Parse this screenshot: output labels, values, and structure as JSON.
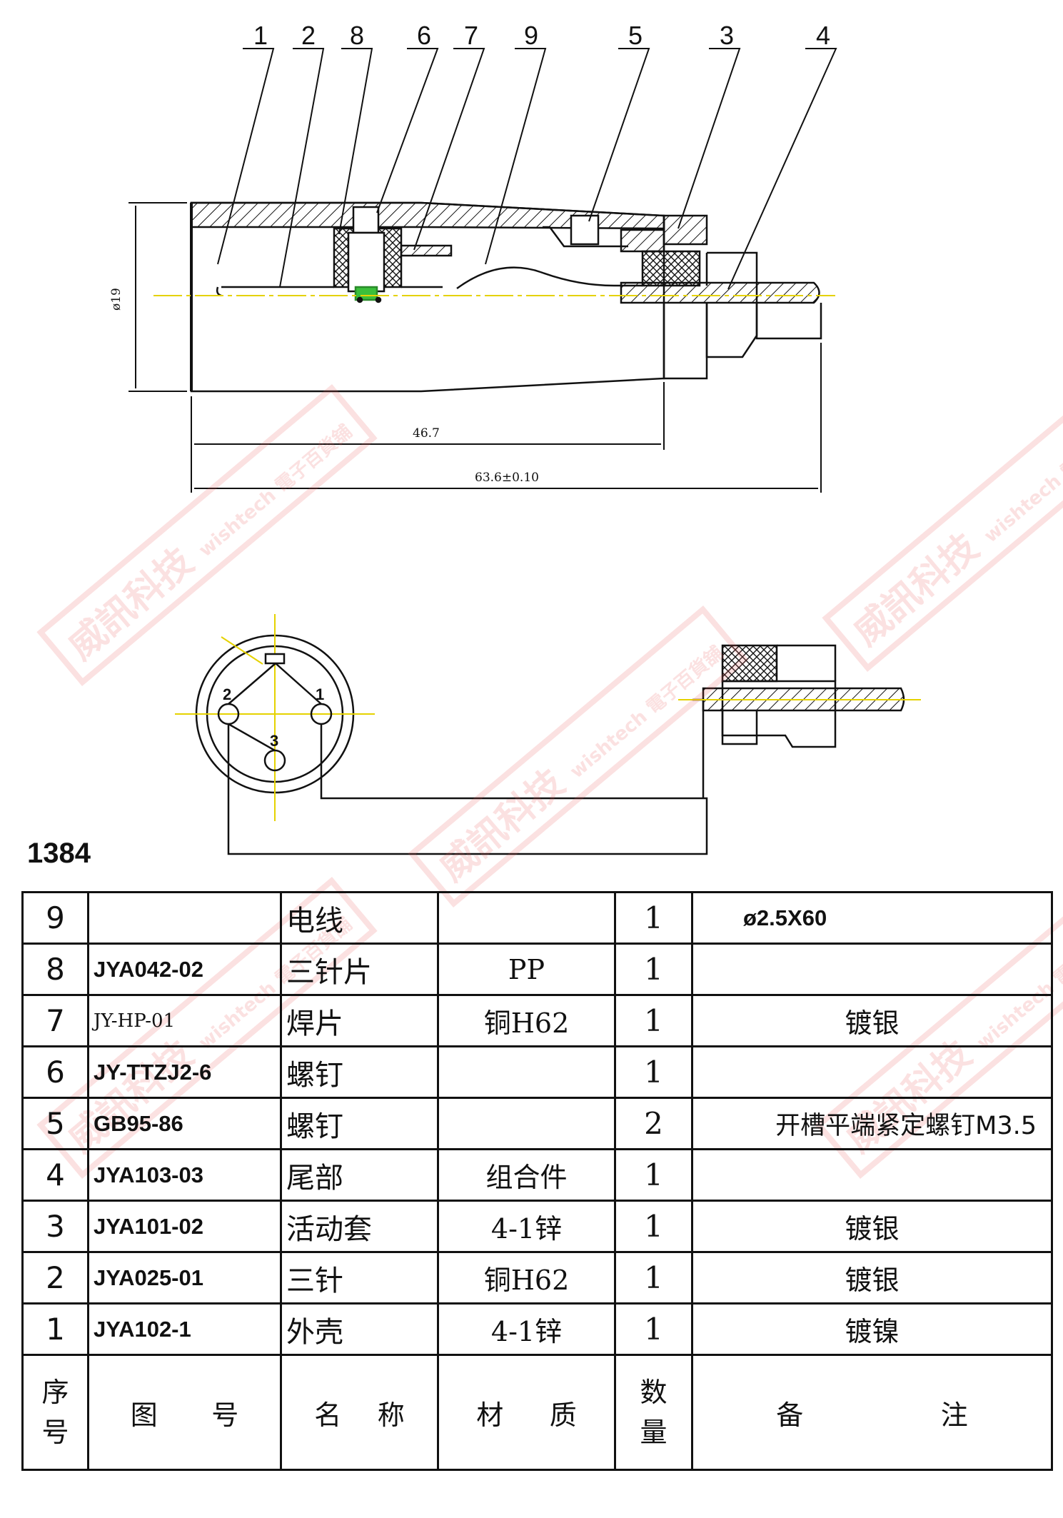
{
  "drawing": {
    "part_number": "1384",
    "balloons": [
      "1",
      "2",
      "8",
      "6",
      "7",
      "9",
      "5",
      "3",
      "4"
    ],
    "dim_diameter": "ø19",
    "dim_length_1": "46.7",
    "dim_length_2": "63.6±0.10",
    "pin_labels": [
      "1",
      "2",
      "3"
    ]
  },
  "watermark": {
    "text_main": "威訊科技",
    "text_sub": "wishtech 電子百貨舖"
  },
  "bom": {
    "rows": [
      {
        "no": "9",
        "code": "",
        "name": "电线",
        "material": "",
        "qty": "1",
        "note": "ø2.5X60"
      },
      {
        "no": "8",
        "code": "JYA042-02",
        "name": "三针片",
        "material": "PP",
        "qty": "1",
        "note": ""
      },
      {
        "no": "7",
        "code": "JY-HP-01",
        "name": "焊片",
        "material": "铜H62",
        "qty": "1",
        "note": "镀银"
      },
      {
        "no": "6",
        "code": "JY-TTZJ2-6",
        "name": "螺钉",
        "material": "",
        "qty": "1",
        "note": ""
      },
      {
        "no": "5",
        "code": "GB95-86",
        "name": "螺钉",
        "material": "",
        "qty": "2",
        "note": "开槽平端紧定螺钉M3.5"
      },
      {
        "no": "4",
        "code": "JYA103-03",
        "name": "尾部",
        "material": "组合件",
        "qty": "1",
        "note": ""
      },
      {
        "no": "3",
        "code": "JYA101-02",
        "name": "活动套",
        "material": "4-1锌",
        "qty": "1",
        "note": "镀银"
      },
      {
        "no": "2",
        "code": "JYA025-01",
        "name": "三针",
        "material": "铜H62",
        "qty": "1",
        "note": "镀银"
      },
      {
        "no": "1",
        "code": "JYA102-1",
        "name": "外壳",
        "material": "4-1锌",
        "qty": "1",
        "note": "镀镍"
      }
    ],
    "header": {
      "no_top": "序",
      "no_bottom": "号",
      "code_a": "图",
      "code_b": "号",
      "name_a": "名",
      "name_b": "称",
      "mat_a": "材",
      "mat_b": "质",
      "qty_top": "数",
      "qty_bottom": "量",
      "note_a": "备",
      "note_b": "注"
    }
  }
}
